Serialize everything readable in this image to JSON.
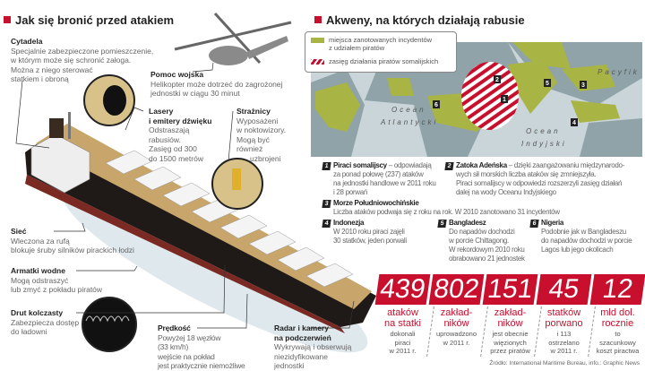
{
  "left": {
    "title": "Jak się bronić przed atakiem",
    "callouts": [
      {
        "label": "Cytadela",
        "lines": [
          "Specjalnie zabezpieczone pomieszczenie,",
          "w którym może się schronić załoga.",
          "Można z niego sterować",
          "statkiem i obroną"
        ]
      },
      {
        "label": "Pomoc wojska",
        "lines": [
          "Helikopter może dotrzeć do zagrożonej",
          "jednostki w ciągu 30 minut"
        ]
      },
      {
        "label": "Lasery",
        "label2": "i emitery dźwięku",
        "lines": [
          "Odstraszają",
          "rabusiów.",
          "Zasięg od 300",
          "do 1500 metrów"
        ]
      },
      {
        "label": "Strażnicy",
        "lines": [
          "Wyposażeni",
          "w noktowizory.",
          "Mogą być",
          "również",
          "uzbrojeni"
        ]
      },
      {
        "label": "Sieć",
        "lines": [
          "Wleczona za rufą",
          "blokuje śruby silników pirackich łodzi"
        ]
      },
      {
        "label": "Armatki wodne",
        "lines": [
          "Mogą odstraszyć",
          "lub zmyć z pokładu piratów"
        ]
      },
      {
        "label": "Drut kolczasty",
        "lines": [
          "Zabezpiecza dostęp",
          "do ładowni"
        ]
      },
      {
        "label": "Prędkość",
        "lines": [
          "Powyżej 18 węzłów",
          "(33 km/h)",
          "wejście na pokład",
          "jest praktycznie niemożliwe"
        ]
      },
      {
        "label": "Radar i kamery",
        "label2": "na podczerwień",
        "lines": [
          "Wykrywają i obserwują",
          "niezidyfikowane",
          "jednostki"
        ]
      }
    ]
  },
  "right": {
    "title": "Akweny, na których działają rabusie",
    "legend": [
      {
        "text": "miejsca zanotowanych incydentów",
        "text2": "z udziałem piratów",
        "color": "#a8b444"
      },
      {
        "text": "zasięg działania piratów somalijskich",
        "color": "#c8102e"
      }
    ],
    "map_labels": {
      "atlantic1": "Ocean",
      "atlantic2": "Atlantycki",
      "indian1": "Ocean",
      "indian2": "Indyjski",
      "pacific": "Pacyfik"
    },
    "markers": [
      "1",
      "2",
      "3",
      "4",
      "5",
      "6"
    ],
    "items": [
      {
        "n": "1",
        "title": "Piraci somalijscy",
        "sep": " – ",
        "lines": [
          "odpowiadają",
          "za ponad połowę (237) ataków",
          "na jednostki handlowe w 2011 roku",
          "i 28 porwań"
        ]
      },
      {
        "n": "2",
        "title": "Zatoka Adeńska",
        "sep": " – ",
        "lines": [
          "dzięki zaangażowaniu międzynarodo-",
          "wych sił morskich liczba ataków się zmniejszyła.",
          "Piraci somalijscy w odpowiedzi rozszerzyli zasięg działań",
          "dalej na wody Oceanu Indyjskiego"
        ]
      },
      {
        "n": "3",
        "title": "Morze Południowochińskie",
        "lines": [
          "Liczba ataków podwaja się z roku na rok. W 2010 zanotowano 31 incydentów"
        ]
      },
      {
        "n": "4",
        "title": "Indonezja",
        "lines": [
          "W 2010 roku piraci zajęli",
          "30 statków, jeden porwali"
        ]
      },
      {
        "n": "5",
        "title": "Bangladesz",
        "lines": [
          "Do napadów dochodzi",
          "w porcie Chittagong.",
          "W rekordowym 2010 roku",
          "obrabowano 21 jednostek"
        ]
      },
      {
        "n": "6",
        "title": "Nigeria",
        "lines": [
          "Podobnie jak w Bangladeszu",
          "do napadów dochodzi w porcie",
          "Lagos lub jego okolicach"
        ]
      }
    ]
  },
  "stats": [
    {
      "value": "439",
      "red": [
        "ataków",
        "na statki"
      ],
      "grey": [
        "dokonali",
        "piraci",
        "w 2011 r."
      ]
    },
    {
      "value": "802",
      "red": [
        "zakład-",
        "ników"
      ],
      "grey": [
        "uprowadzono",
        "w 2011 r."
      ]
    },
    {
      "value": "151",
      "red": [
        "zakład-",
        "ników"
      ],
      "grey": [
        "jest obecnie",
        "więzionych",
        "przez piratów"
      ]
    },
    {
      "value": "45",
      "red": [
        "statków",
        "porwano"
      ],
      "grey": [
        "i 113",
        "ostrzelano",
        "w 2011 r."
      ]
    },
    {
      "value": "12",
      "red": [
        "mld dol.",
        "rocznie"
      ],
      "grey": [
        "to",
        "szacunkowy",
        "koszt piractwa"
      ]
    }
  ],
  "source": "Źródło: International Maritime Bureau, info.: Graphic News"
}
